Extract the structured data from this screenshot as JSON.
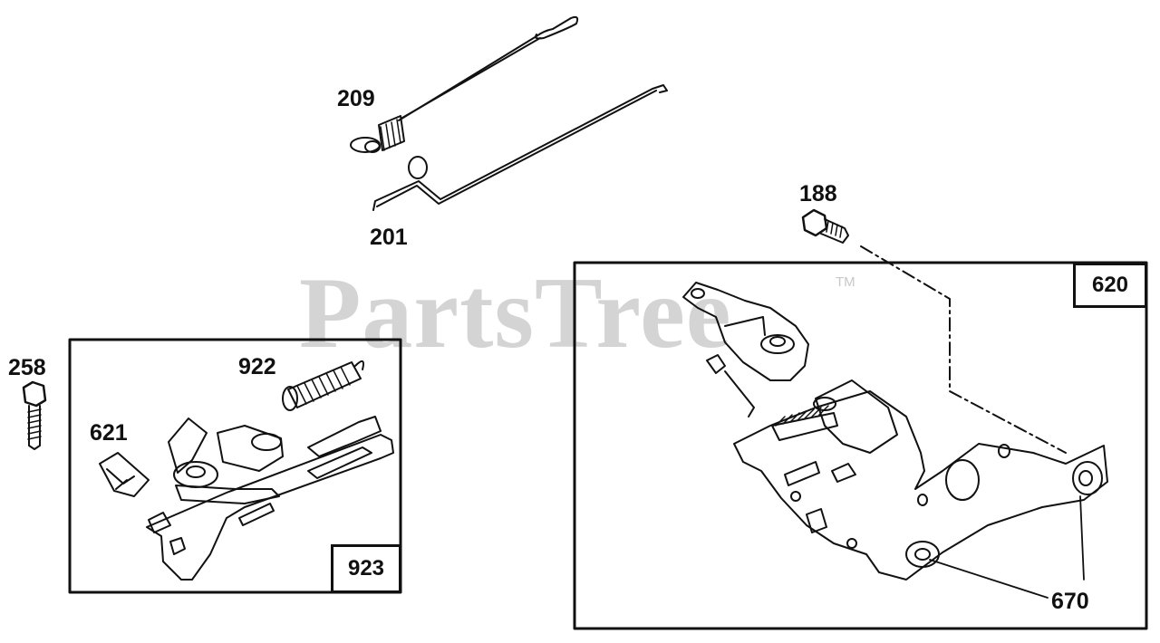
{
  "watermark": {
    "text": "PartsTree",
    "trademark": "TM"
  },
  "callouts": {
    "p209": "209",
    "p201": "201",
    "p188": "188",
    "p258": "258",
    "p922": "922",
    "p621": "621",
    "p670": "670"
  },
  "boxes": {
    "left": {
      "label": "923"
    },
    "right": {
      "label": "620"
    }
  },
  "colors": {
    "line": "#111111",
    "watermark": "#d4d4d4"
  }
}
